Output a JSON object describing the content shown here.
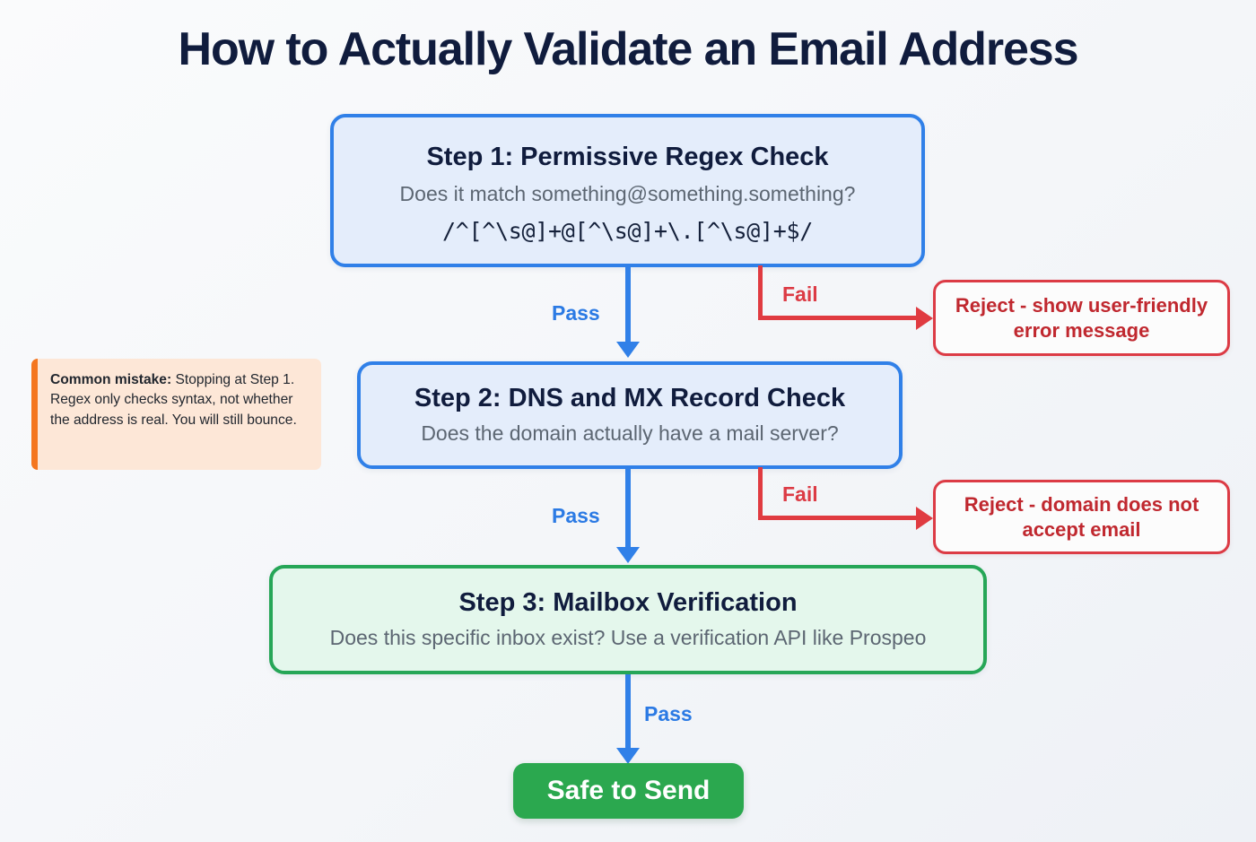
{
  "title": "How to Actually Validate an Email Address",
  "steps": [
    {
      "id": "step1",
      "title": "Step 1: Permissive Regex Check",
      "subtitle": "Does it match something@something.something?",
      "code": "/^[^\\s@]+@[^\\s@]+\\.[^\\s@]+$/",
      "border_color": "#3080e8",
      "fill_color": "#e4edfb"
    },
    {
      "id": "step2",
      "title": "Step 2: DNS and MX Record Check",
      "subtitle": "Does the domain actually have a mail server?",
      "border_color": "#3080e8",
      "fill_color": "#e4edfb"
    },
    {
      "id": "step3",
      "title": "Step 3: Mailbox Verification",
      "subtitle": "Does this specific inbox exist? Use a verification API like Prospeo",
      "border_color": "#26a657",
      "fill_color": "#e4f7ec"
    }
  ],
  "terminal": {
    "label": "Safe to Send",
    "fill_color": "#2ba84f",
    "text_color": "#ffffff"
  },
  "rejects": [
    {
      "id": "reject1",
      "text": "Reject - show user-friendly error message",
      "color": "#c0282f",
      "border_color": "#dc3b45"
    },
    {
      "id": "reject2",
      "text": "Reject - domain does not accept email",
      "color": "#c0282f",
      "border_color": "#dc3b45"
    }
  ],
  "edges": {
    "pass_1": "Pass",
    "pass_2": "Pass",
    "pass_3": "Pass",
    "fail_1": "Fail",
    "fail_2": "Fail",
    "pass_color": "#2b7ae4",
    "fail_color": "#dc3b45"
  },
  "callout": {
    "lead": "Common mistake:",
    "body": " Stopping at Step 1. Regex only checks syntax, not whether the address is real. You will still bounce.",
    "accent_color": "#f4761f",
    "fill_color": "#fde7d7"
  }
}
